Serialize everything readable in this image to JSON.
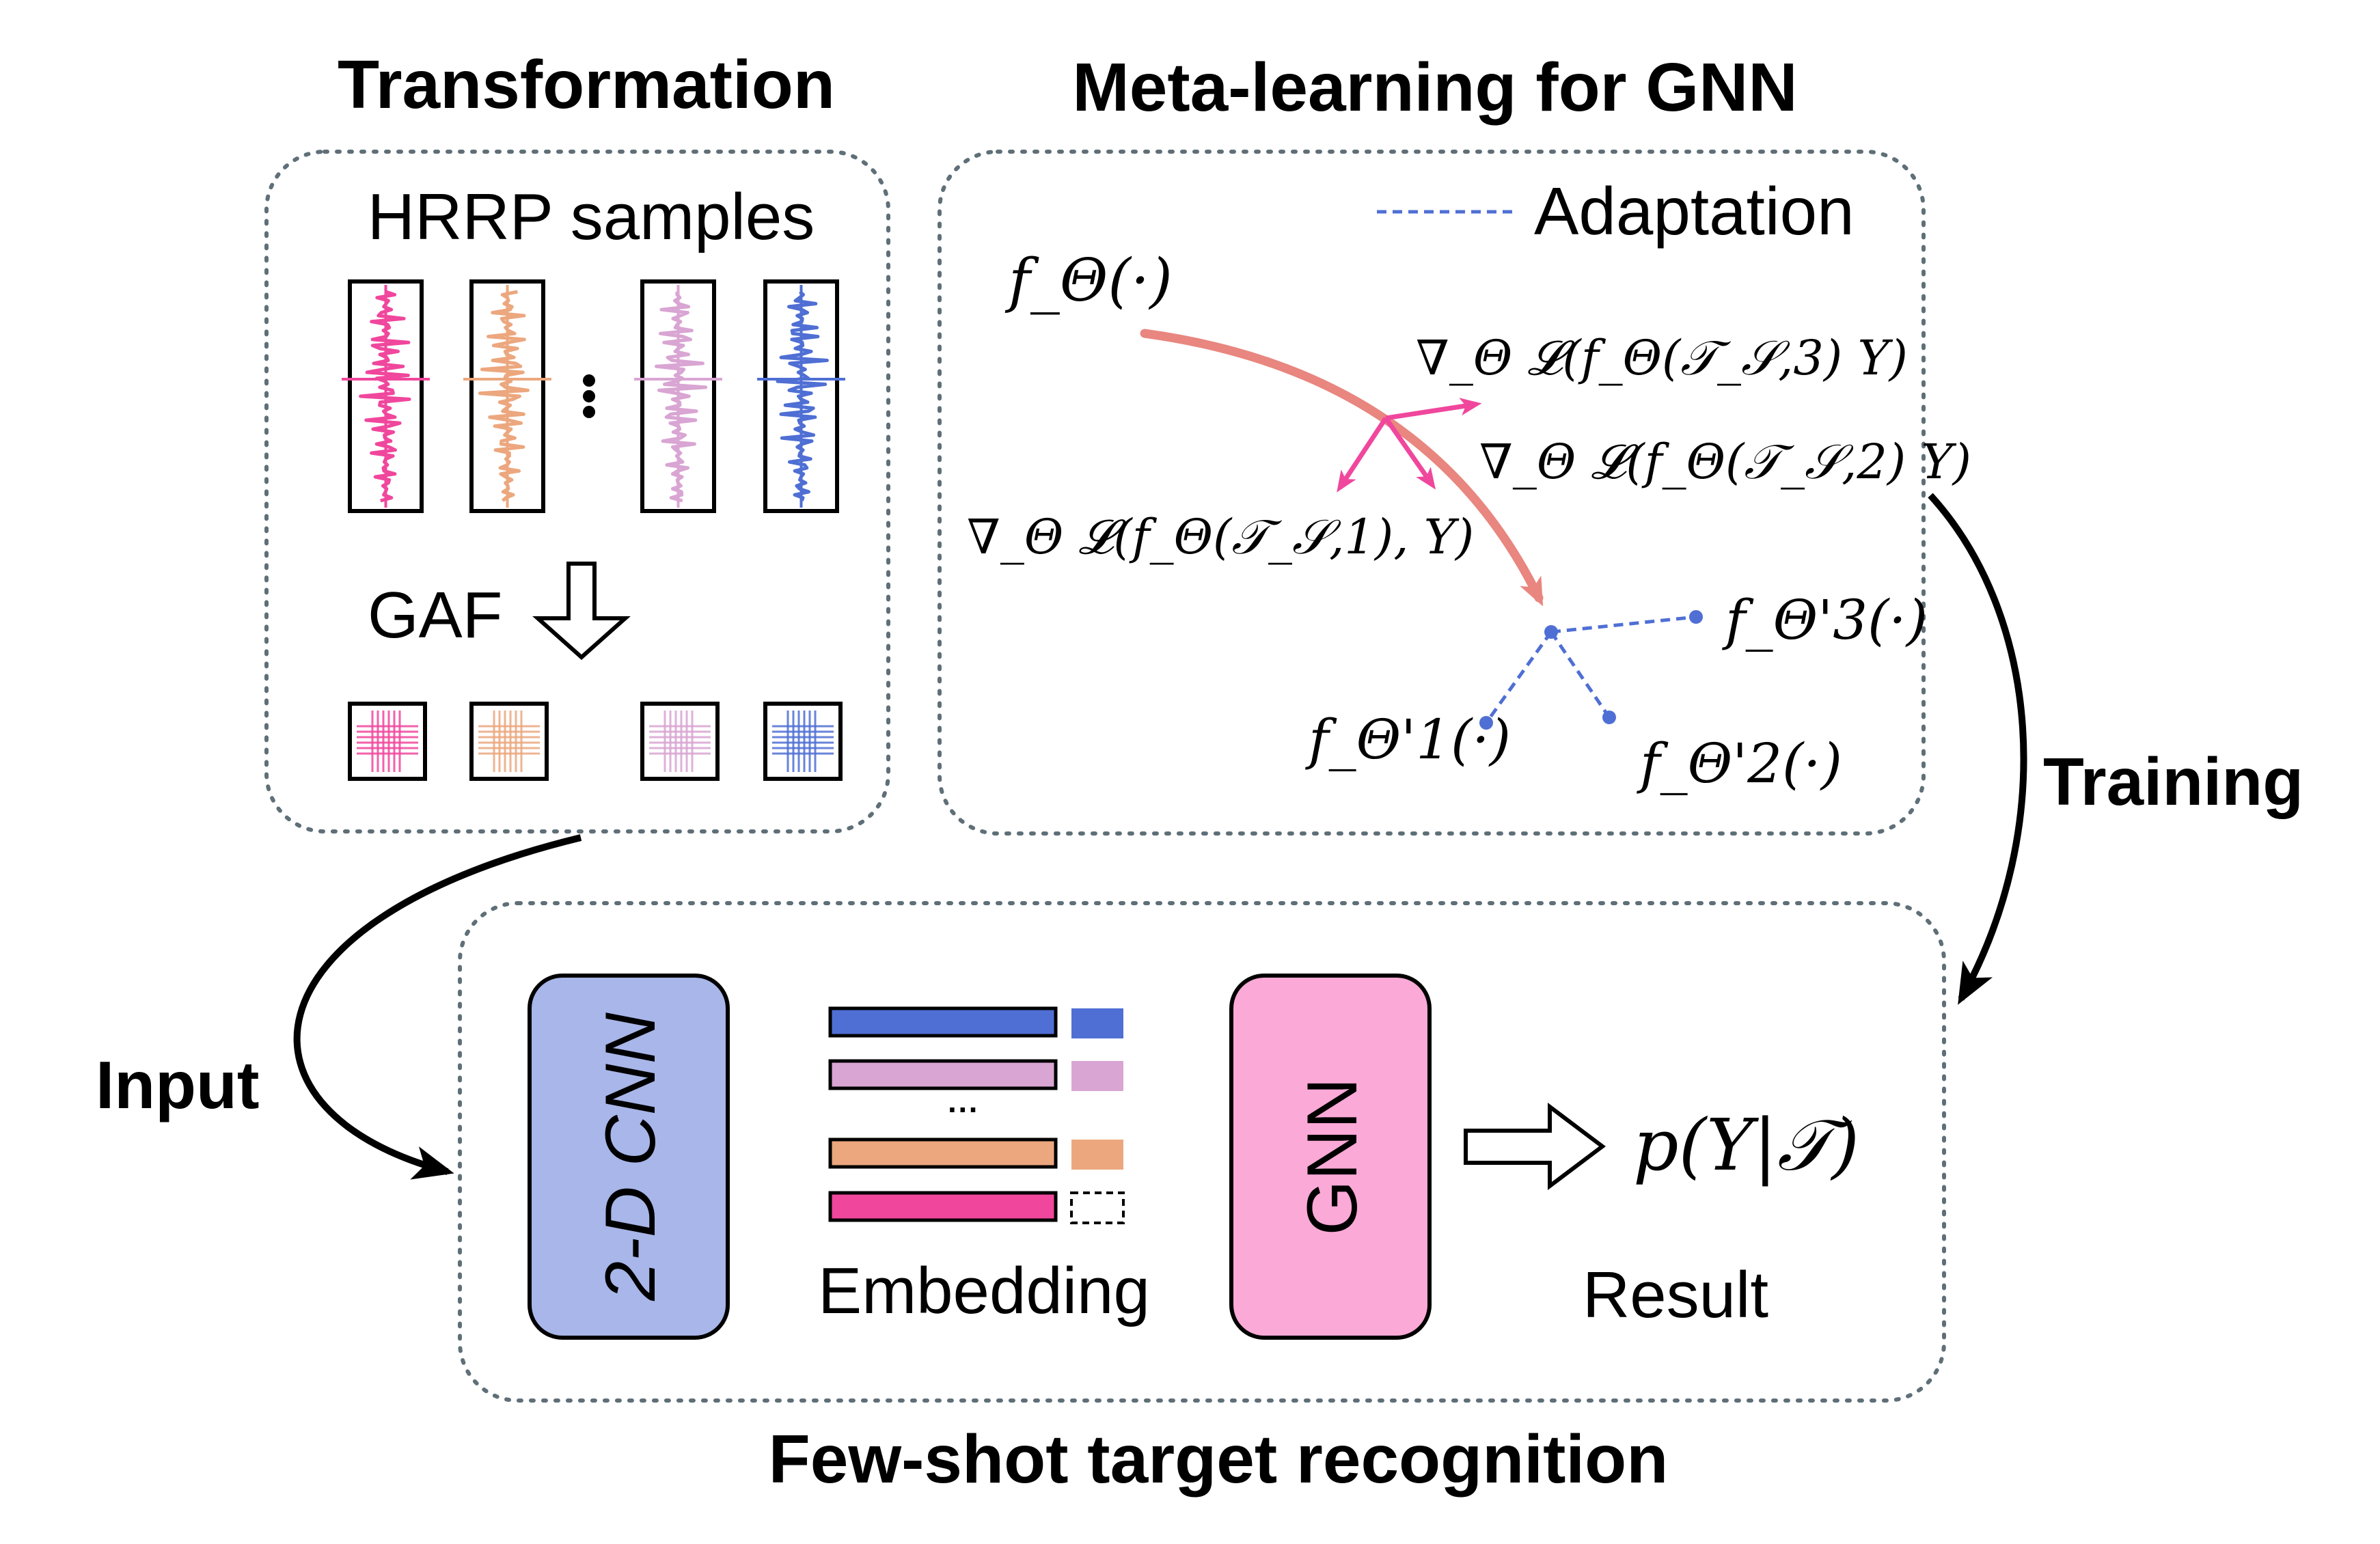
{
  "sections": {
    "transformation": {
      "title": "Transformation",
      "samples_label": "HRRP samples",
      "gaf_label": "GAF",
      "signal_colors": [
        "#f0479d",
        "#eca77e",
        "#d9a5d3",
        "#4f6fd4"
      ]
    },
    "meta": {
      "title": "Meta-learning for GNN",
      "legend_label": "Adaptation",
      "f_theta": "f_Θ(·)",
      "grad_1": "∇_Θ 𝓛(f_Θ(𝒯_𝒮,1), Y)",
      "grad_2": "∇_Θ 𝓛(f_Θ(𝒯_𝒮,2)  Y)",
      "grad_3": "∇_Θ 𝓛(f_Θ(𝒯_𝒮,3)  Y)",
      "f_theta_1": "f_Θ'1(·)",
      "f_theta_2": "f_Θ'2(·)",
      "f_theta_3": "f_Θ'3(·)",
      "colors": {
        "main_arrow": "#e8867f",
        "gradient": "#f0479d",
        "adaptation": "#4f6fd4"
      }
    },
    "recognition": {
      "title": "Few-shot target recognition",
      "cnn_label": "2-D CNN",
      "embedding_label": "Embedding",
      "gnn_label": "GNN",
      "result_label": "Result",
      "result_formula": "p(Y|𝒯)",
      "embedding_ellipsis": "···",
      "colors": {
        "cnn_fill": "#a8b6e9",
        "gnn_fill": "#fba9d7"
      }
    }
  },
  "flow": {
    "input_label": "Input",
    "training_label": "Training"
  },
  "icons": [
    "down-hollow-arrow-icon",
    "right-hollow-arrow-icon",
    "curved-arrow-icon"
  ]
}
